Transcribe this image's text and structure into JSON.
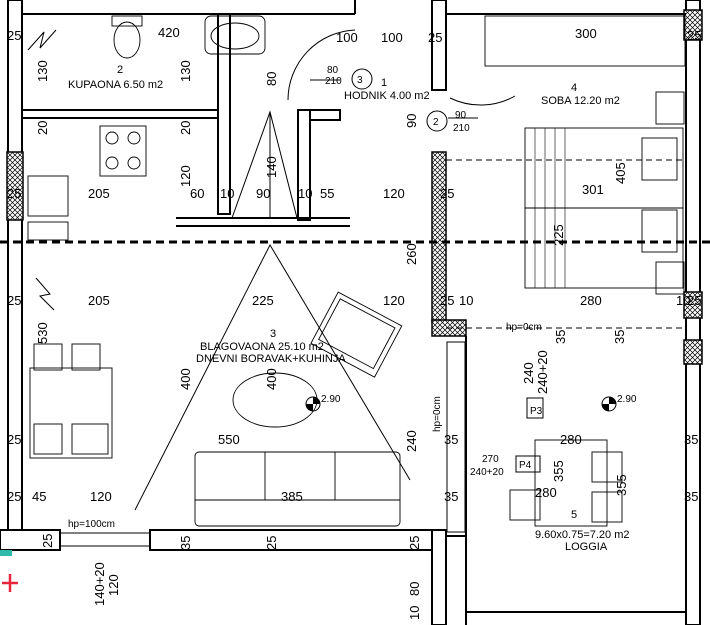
{
  "rooms": {
    "kupaona": {
      "number": "2",
      "label": "KUPAONA 6.50 m2"
    },
    "hodnik": {
      "number": "1",
      "label": "HODNIK 4.00 m2"
    },
    "soba": {
      "number": "4",
      "label": "SOBA 12.20 m2"
    },
    "blagovaona": {
      "number": "3",
      "label1": "BLAGOVAONA 25.10 m2",
      "label2": "DNEVNI BORAVAK+KUHINJA"
    },
    "loggia": {
      "number": "5",
      "label1": "9.60x0.75=7.20 m2",
      "label2": "LOGGIA"
    }
  },
  "doors": {
    "d3": {
      "num": "3",
      "w": "80",
      "h": "210"
    },
    "d2": {
      "num": "2",
      "w": "90",
      "h": "210"
    }
  },
  "windows": {
    "p3": "P3",
    "p4": "P4"
  },
  "levels": {
    "left": "2.90",
    "right": "2.90"
  },
  "hp": {
    "hp0_top": "hp=0cm",
    "hp0_side": "hp=0cm",
    "hp100": "hp=100cm"
  },
  "dims": {
    "d420": "420",
    "d25a": "25",
    "d130a": "130",
    "d130b": "130",
    "d80": "80",
    "d100a": "100",
    "d100b": "100",
    "d25b": "25",
    "d300": "300",
    "d25c": "25",
    "d20a": "20",
    "d20b": "20",
    "d90a": "90",
    "d25d": "25",
    "d120a": "120",
    "d140": "140",
    "d405": "405",
    "d205a": "205",
    "d60": "60",
    "d10a": "10",
    "d90b": "90",
    "d10b": "10",
    "d55": "55",
    "d120b": "120",
    "d25e": "25",
    "d301": "301",
    "d225a": "225",
    "d260": "260",
    "d25f": "25",
    "d205b": "205",
    "d225b": "225",
    "d120c": "120",
    "d25g": "25",
    "d10c": "10",
    "d280a": "280",
    "d10d": "10",
    "d25h": "25",
    "d530": "530",
    "d35a": "35",
    "d35b": "35",
    "d240a": "240",
    "d240_20a": "240+20",
    "d400a": "400",
    "d400b": "400",
    "d25i": "25",
    "d550": "550",
    "d240b": "240",
    "d35c": "35",
    "d280b": "280",
    "d35d": "35",
    "d270": "270",
    "d240_20b": "240+20",
    "d355a": "355",
    "d355b": "355",
    "d280c": "280",
    "d25j": "25",
    "d45": "45",
    "d120d": "120",
    "d385": "385",
    "d35e": "35",
    "d25k": "25",
    "d35f": "35",
    "d25l": "25",
    "d35g": "35",
    "d25m": "25",
    "d140_20": "140+20",
    "d120e": "120",
    "d80b": "80",
    "d10e": "10"
  },
  "colors": {
    "wall": "#000000",
    "marker_cross": "#e8253a",
    "marker_teal": "#2fb9a8"
  }
}
